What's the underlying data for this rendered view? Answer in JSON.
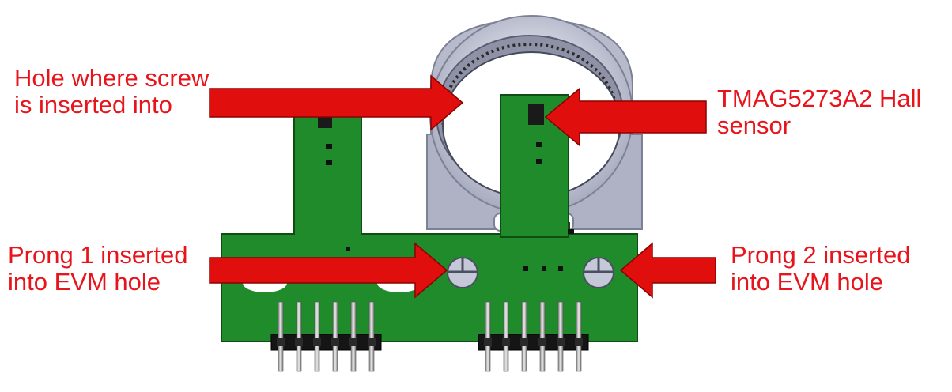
{
  "annotations": {
    "screw_hole": {
      "line1": "Hole where screw",
      "line2": "is inserted into"
    },
    "hall_sensor": {
      "line1": "TMAG5273A2 Hall",
      "line2": "sensor"
    },
    "prong_1": {
      "line1": "Prong 1 inserted",
      "line2": "into EVM hole"
    },
    "prong_2": {
      "line1": "Prong 2 inserted",
      "line2": "into EVM hole"
    }
  },
  "colors": {
    "label_text": "#e8141c",
    "arrow_fill": "#e10e0e",
    "pcb_green": "#1f8a2a",
    "mount_gray": "#b9bccb",
    "header_black": "#141414",
    "pin_silver": "#c8c8c8"
  }
}
